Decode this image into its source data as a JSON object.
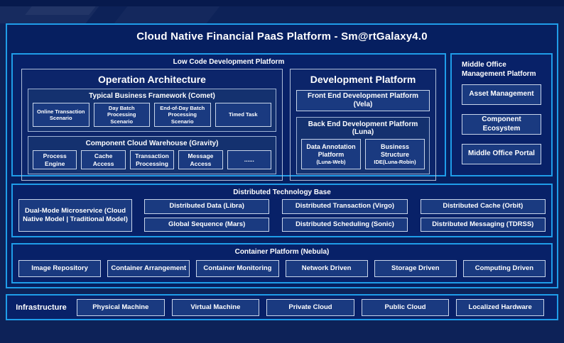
{
  "title": "Cloud Native Financial PaaS Platform - Sm@rtGalaxy4.0",
  "colors": {
    "background": "#0d2258",
    "accent_border": "#1f9de9",
    "box_fill": "#1a3a80",
    "light_border": "#c8d5ea"
  },
  "low_code": {
    "label": "Low Code Development Platform",
    "operation": {
      "title": "Operation Architecture",
      "comet": {
        "title": "Typical Business Framework (Comet)",
        "items": [
          "Online Transaction Scenario",
          "Day Batch Processing Scenario",
          "End-of-Day Batch Processing Scenario",
          "Timed Task"
        ]
      },
      "gravity": {
        "title": "Component Cloud Warehouse (Gravity)",
        "items": [
          "Process Engine",
          "Cache Access",
          "Transaction Processing",
          "Message Access",
          "......"
        ]
      }
    },
    "development": {
      "title": "Development Platform",
      "front_end": "Front End Development Platform (Vela)",
      "back_end": {
        "title": "Back End Development Platform (Luna)",
        "items": [
          {
            "line1": "Data Annotation Platform",
            "line2": "(Luna-Web)"
          },
          {
            "line1": "Business Structure",
            "line2": "IDE(Luna-Robin)"
          }
        ]
      }
    }
  },
  "middle_office": {
    "title": "Middle Office Management Platform",
    "items": [
      "Asset Management",
      "Component Ecosystem",
      "Middle Office Portal"
    ]
  },
  "distributed": {
    "title": "Distributed Technology Base",
    "dual_mode": "Dual-Mode Microservice (Cloud Native Model | Traditional Model)",
    "items": [
      "Distributed Data (Libra)",
      "Distributed Transaction (Virgo)",
      "Distributed Cache (Orbit)",
      "Global Sequence (Mars)",
      "Distributed Scheduling (Sonic)",
      "Distributed Messaging (TDRSS)"
    ]
  },
  "container_platform": {
    "title": "Container Platform (Nebula)",
    "items": [
      "Image Repository",
      "Container Arrangement",
      "Container Monitoring",
      "Network Driven",
      "Storage Driven",
      "Computing Driven"
    ]
  },
  "infrastructure": {
    "title": "Infrastructure",
    "items": [
      "Physical Machine",
      "Virtual Machine",
      "Private Cloud",
      "Public Cloud",
      "Localized Hardware"
    ]
  }
}
